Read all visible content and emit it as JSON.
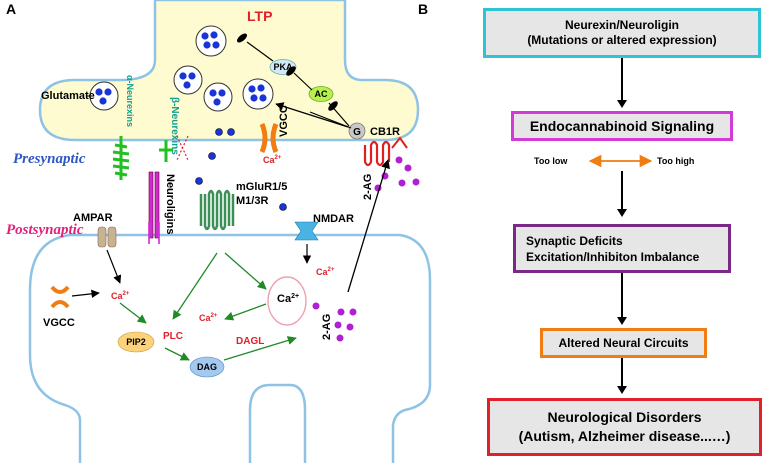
{
  "panel_a": {
    "label": "A",
    "ltp": "LTP",
    "glutamate": "Glutamate",
    "pka": "PKA",
    "ac": "AC",
    "g": "G",
    "cb1r": "CB1R",
    "vgcc_pre": "VGCC",
    "alpha_neurexins": "α-Neurexins",
    "beta_neurexins": "β-Neurexins",
    "neuroligins": "Neuroligins",
    "presynaptic": "Presynaptic",
    "postsynaptic": "Postsynaptic",
    "ampar": "AMPAR",
    "mglur": "mGluR1/5",
    "m13r": "M1/3R",
    "nmdar": "NMDAR",
    "two_ag_cleft": "2-AG",
    "two_ag_post": "2-AG",
    "vgcc_post": "VGCC",
    "pip2": "PIP2",
    "plc": "PLC",
    "dag": "DAG",
    "dagl": "DAGL",
    "ca": "Ca",
    "ca_sup": "2+"
  },
  "panel_b": {
    "label": "B",
    "box1_line1": "Neurexin/Neuroligin",
    "box1_line2": "(Mutations or altered expression)",
    "box2": "Endocannabinoid Signaling",
    "too_low": "Too low",
    "too_high": "Too high",
    "box3_line1": "Synaptic Deficits",
    "box3_line2": "Excitation/Inhibiton Imbalance",
    "box4": "Altered Neural Circuits",
    "box5_line1": "Neurological Disorders",
    "box5_line2": "(Autism, Alzheimer disease...…)"
  },
  "colors": {
    "membrane": "#8fc3e6",
    "terminal_fill": "#fffbd0",
    "box1_border": "#2ec4d6",
    "box2_border": "#d43ad8",
    "box3_border": "#7a2a86",
    "box4_border": "#f07c12",
    "box5_border": "#e0202a",
    "signal_green": "#1f8a26",
    "vesicle_blue": "#1a35d6"
  }
}
